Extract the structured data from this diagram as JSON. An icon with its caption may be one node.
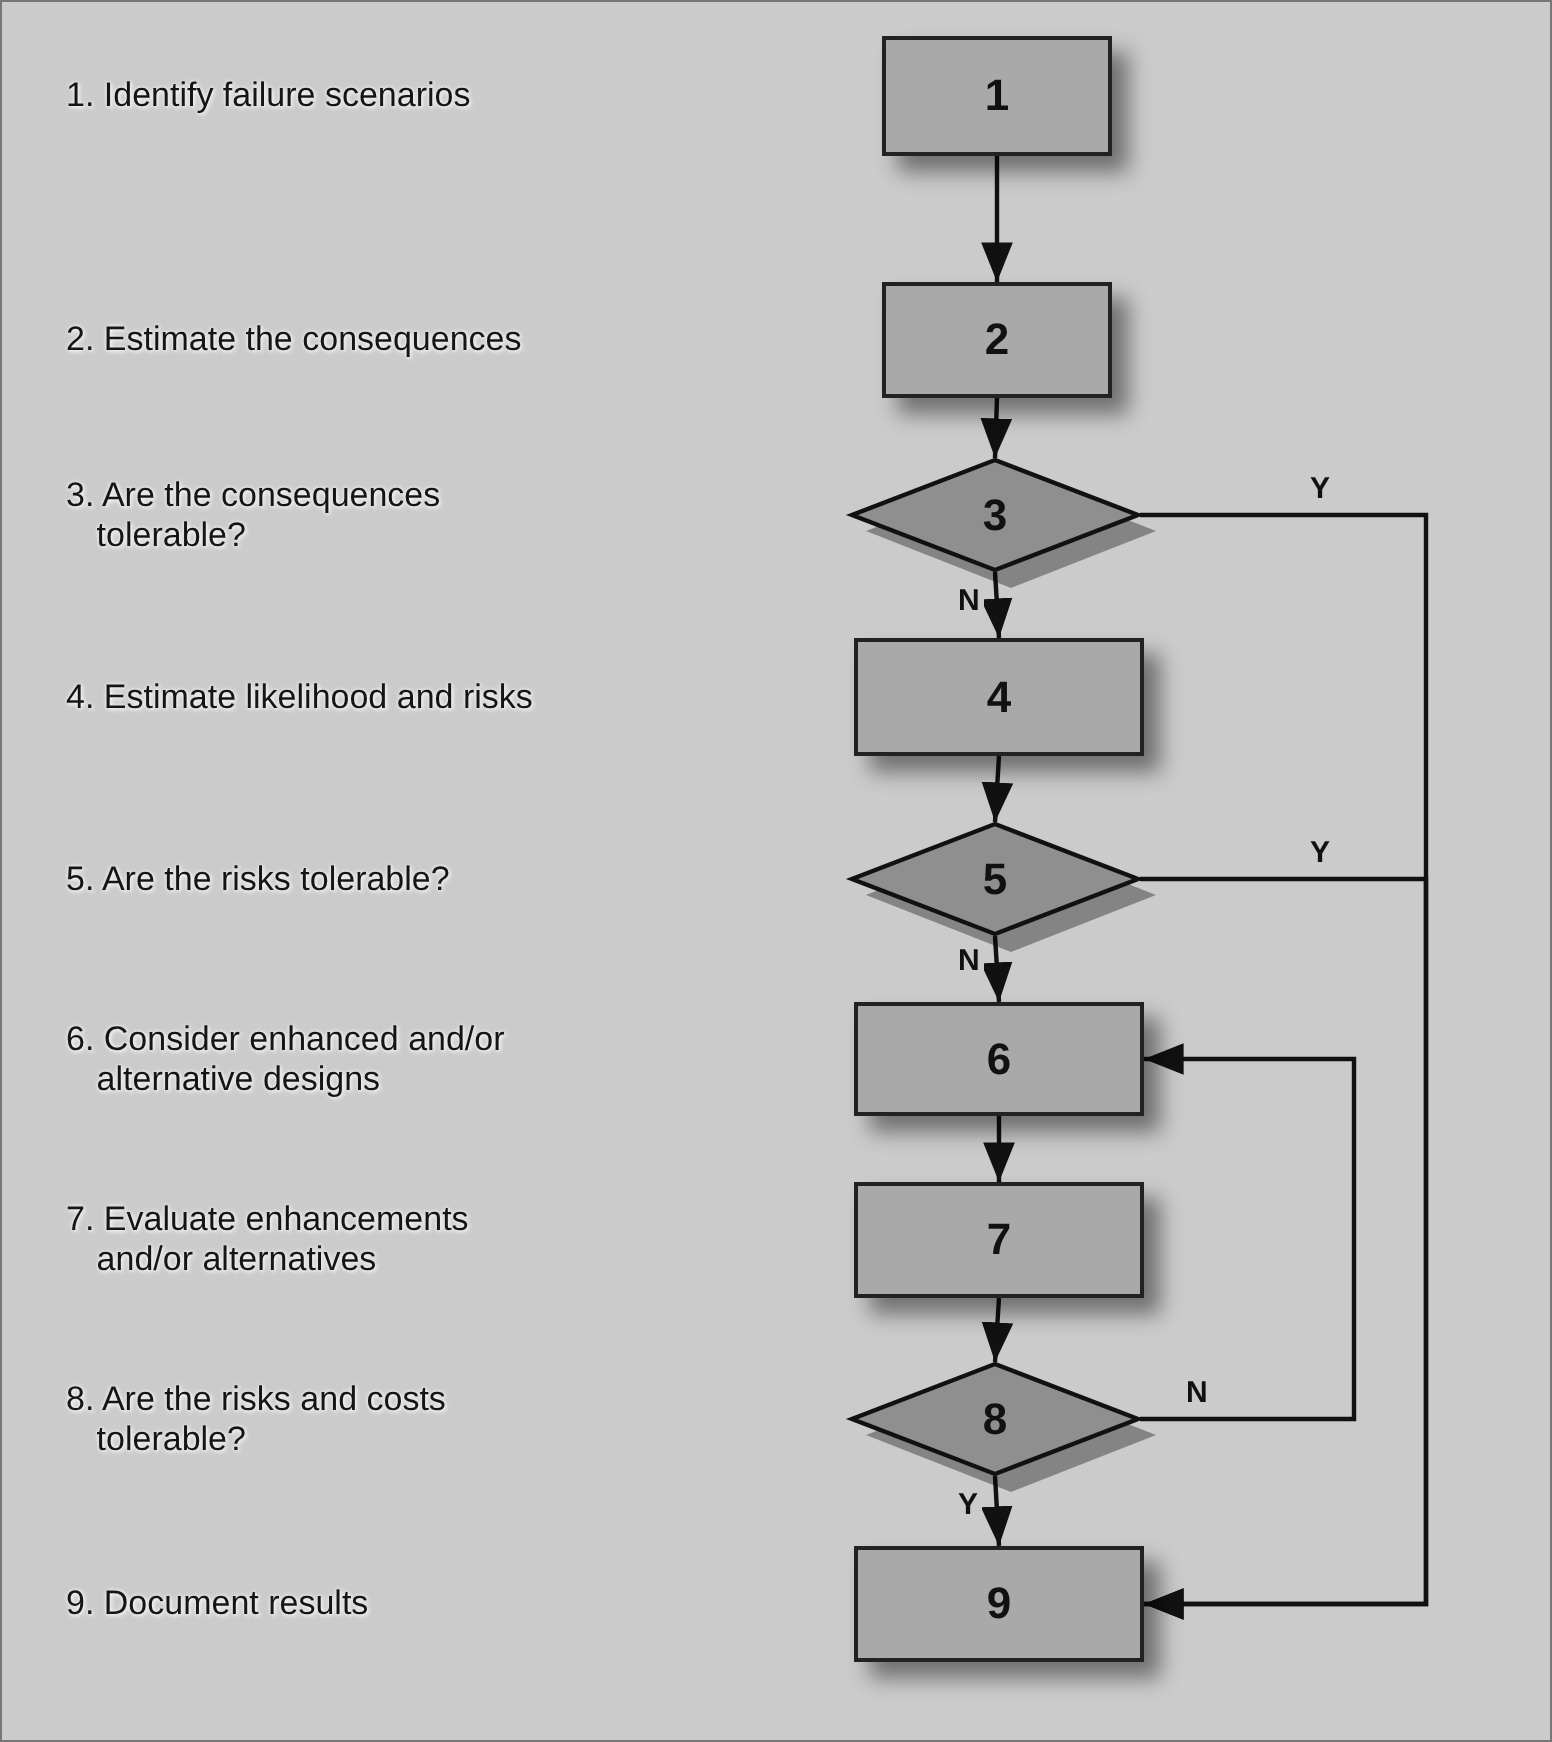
{
  "diagram": {
    "nodes": [
      {
        "text": [
          "1"
        ]
      },
      {
        "text": [
          "2"
        ]
      },
      {
        "text": [
          "3"
        ]
      },
      {
        "text": [
          "4"
        ]
      },
      {
        "text": [
          "5"
        ]
      },
      {
        "text": [
          "6"
        ]
      },
      {
        "text": [
          "7"
        ]
      },
      {
        "text": [
          "8"
        ]
      },
      {
        "text": [
          "9"
        ]
      }
    ],
    "edges": [
      {
        "from": 0,
        "to": 1,
        "arrow": "to"
      },
      {
        "from": 1,
        "to": 2,
        "arrow": "to"
      },
      {
        "from": 2,
        "to": 3,
        "arrow": "to",
        "label": "N"
      },
      {
        "from": 2,
        "to": 8,
        "arrow": "to",
        "label": "Y"
      },
      {
        "from": 3,
        "to": 4,
        "arrow": "to"
      },
      {
        "from": 4,
        "to": 5,
        "arrow": "to",
        "label": "N"
      },
      {
        "from": 4,
        "to": 8,
        "arrow": "to",
        "label": "Y"
      },
      {
        "from": 5,
        "to": 6,
        "arrow": "to"
      },
      {
        "from": 6,
        "to": 7,
        "arrow": "to"
      },
      {
        "from": 7,
        "to": 5,
        "arrow": "to",
        "label": "N"
      },
      {
        "from": 7,
        "to": 8,
        "arrow": "to",
        "label": "Y"
      }
    ],
    "labels": [
      "1. Identify failure scenarios",
      "2. Estimate the consequences",
      "3. Are the consequences tolerable?",
      "4. Estimate likelihood and risks",
      "5. Are the risks tolerable?",
      "6. Consider enhanced and/or alternative designs",
      "7. Evaluate enhancements and/or alternatives",
      "8. Are the risks and costs tolerable?",
      "9. Document results"
    ]
  }
}
